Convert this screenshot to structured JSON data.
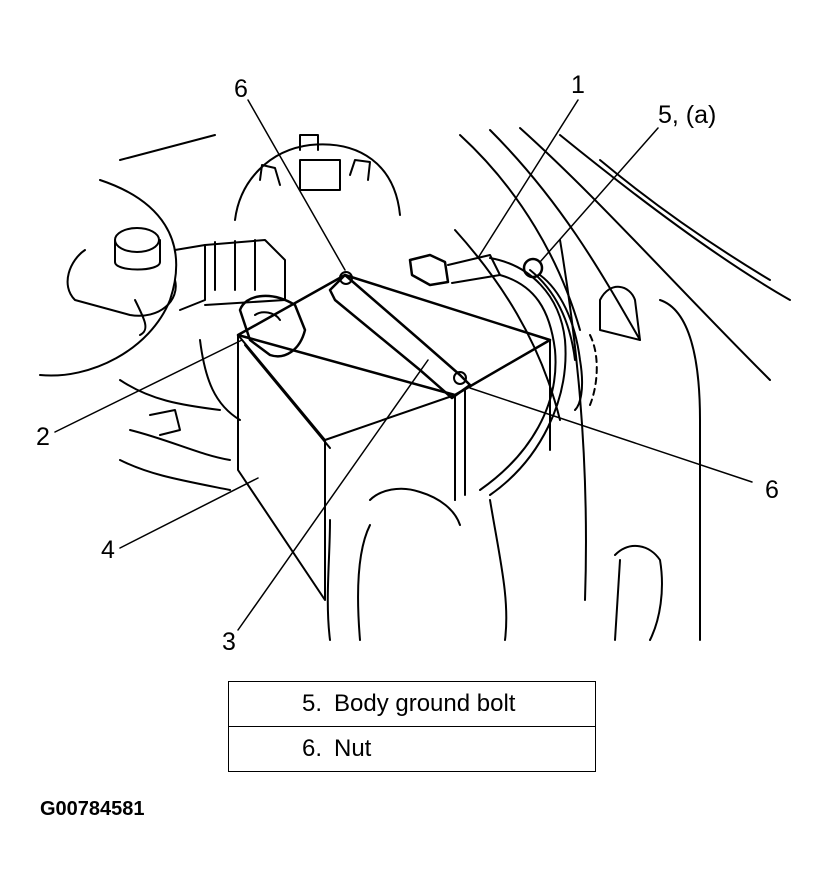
{
  "callouts": [
    {
      "id": "c6a",
      "text": "6"
    },
    {
      "id": "c1",
      "text": "1"
    },
    {
      "id": "c5a",
      "text": "5, (a)"
    },
    {
      "id": "c2",
      "text": "2"
    },
    {
      "id": "c6b",
      "text": "6"
    },
    {
      "id": "c4",
      "text": "4"
    },
    {
      "id": "c3",
      "text": "3"
    }
  ],
  "legend": [
    {
      "num": "5.",
      "label": "Body ground bolt"
    },
    {
      "num": "6.",
      "label": "Nut"
    }
  ],
  "figure_code": "G00784581"
}
